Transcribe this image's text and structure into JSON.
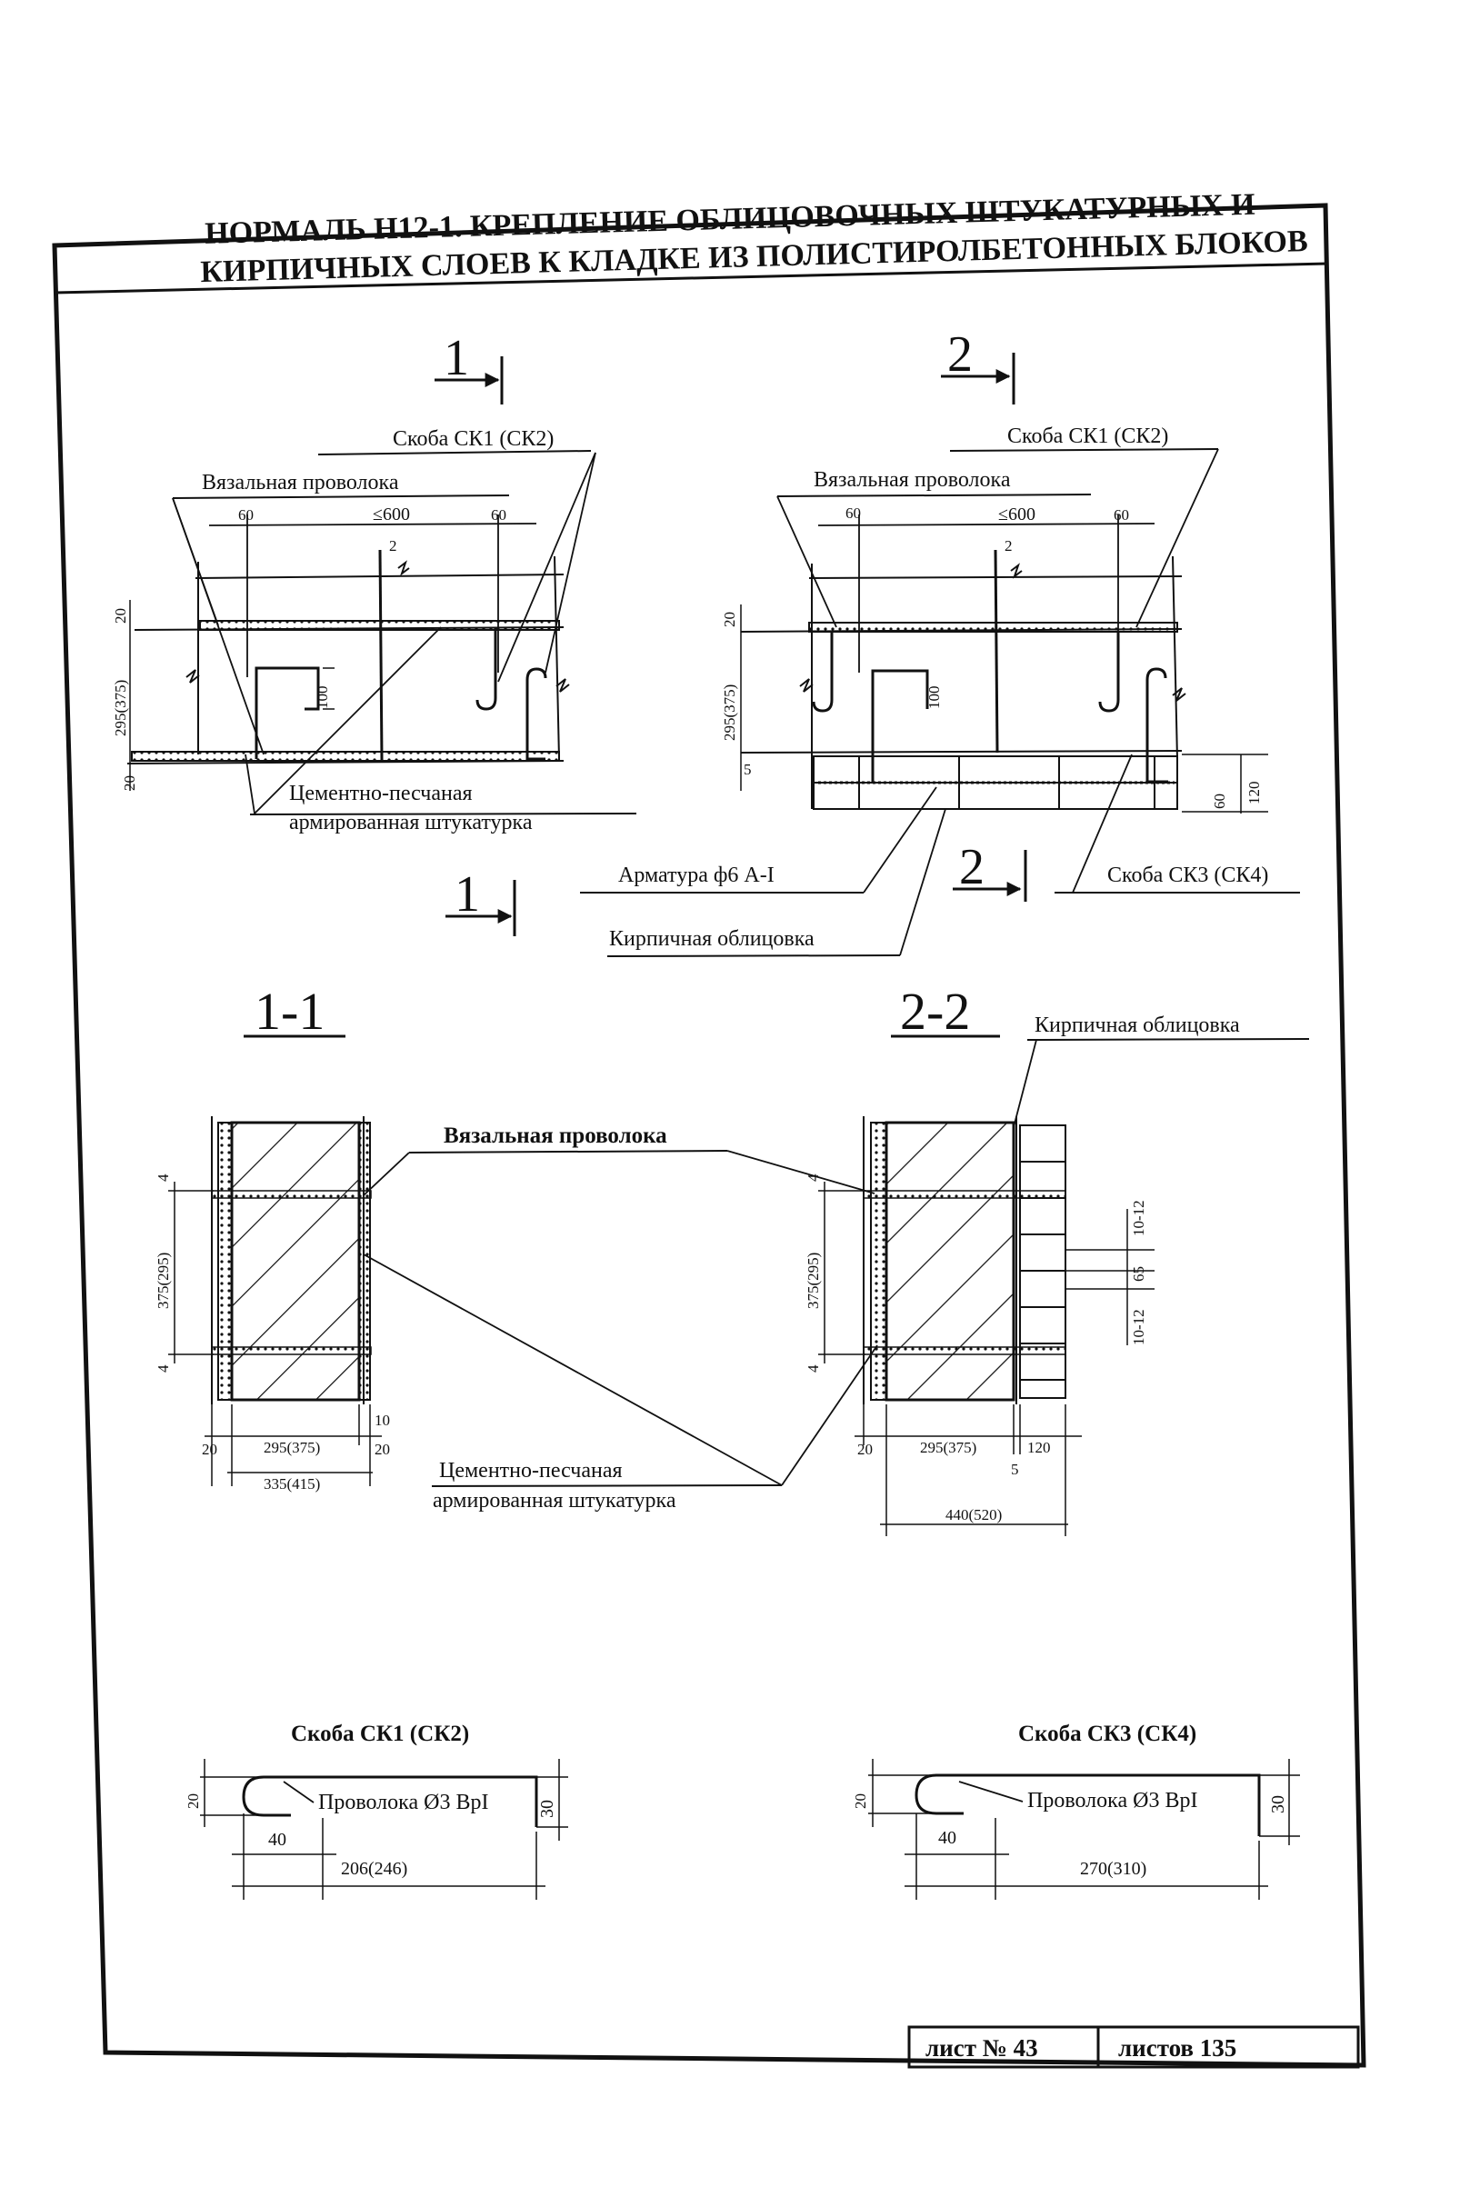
{
  "header": {
    "title_line1": "НОРМАЛЬ Н12-1. КРЕПЛЕНИЕ ОБЛИЦОВОЧНЫХ ШТУКАТУРНЫХ И",
    "title_line2": "КИРПИЧНЫХ СЛОЕВ К КЛАДКЕ ИЗ ПОЛИСТИРОЛБЕТОННЫХ БЛОКОВ"
  },
  "plan_left": {
    "cut_mark_top": "1",
    "cut_mark_bottom": "1",
    "label_skoba": "Скоба СК1 (СК2)",
    "label_wire": "Вязальная проволока",
    "label_plaster_1": "Цементно-песчаная",
    "label_plaster_2": "армированная штукатурка",
    "dim_60_left": "60",
    "dim_600": "≤600",
    "dim_60_right": "60",
    "dim_2": "2",
    "dim_100": "100",
    "dim_20_top": "20",
    "dim_295": "295(375)",
    "dim_20_bottom": "20"
  },
  "plan_right": {
    "cut_mark_top": "2",
    "cut_mark_bottom": "2",
    "label_skoba": "Скоба СК1 (СК2)",
    "label_wire": "Вязальная проволока",
    "label_rebar": "Арматура ф6 А-I",
    "label_brick": "Кирпичная облицовка",
    "label_skoba_ck3": "Скоба СК3 (СК4)",
    "dim_60_left": "60",
    "dim_600": "≤600",
    "dim_60_right": "60",
    "dim_2": "2",
    "dim_100": "100",
    "dim_20": "20",
    "dim_295": "295(375)",
    "dim_5": "5",
    "dim_60_bottom": "60",
    "dim_120": "120"
  },
  "section_left": {
    "title": "1-1",
    "label_wire": "Вязальная проволока",
    "label_plaster_1": "Цементно-песчаная",
    "label_plaster_2": "армированная штукатурка",
    "dim_4_top": "4",
    "dim_height": "375(295)",
    "dim_4_bottom": "4",
    "dim_10": "10",
    "dim_20_left": "20",
    "dim_295": "295(375)",
    "dim_20_right": "20",
    "dim_total": "335(415)"
  },
  "section_right": {
    "title": "2-2",
    "label_brick": "Кирпичная облицовка",
    "dim_4_top": "4",
    "dim_height": "375(295)",
    "dim_4_bottom": "4",
    "dim_10_12_a": "10-12",
    "dim_65": "65",
    "dim_10_12_b": "10-12",
    "dim_20": "20",
    "dim_295": "295(375)",
    "dim_120": "120",
    "dim_5": "5",
    "dim_total": "440(520)"
  },
  "staple_left": {
    "title": "Скоба СК1 (СК2)",
    "label_wire": "Проволока Ø3 ВрI",
    "dim_20": "20",
    "dim_40": "40",
    "dim_30": "30",
    "dim_len": "206(246)"
  },
  "staple_right": {
    "title": "Скоба СК3 (СК4)",
    "label_wire": "Проволока Ø3 ВрI",
    "dim_20": "20",
    "dim_40": "40",
    "dim_30": "30",
    "dim_len": "270(310)"
  },
  "footer": {
    "sheet": "лист № 43",
    "sheets": "листов 135"
  }
}
